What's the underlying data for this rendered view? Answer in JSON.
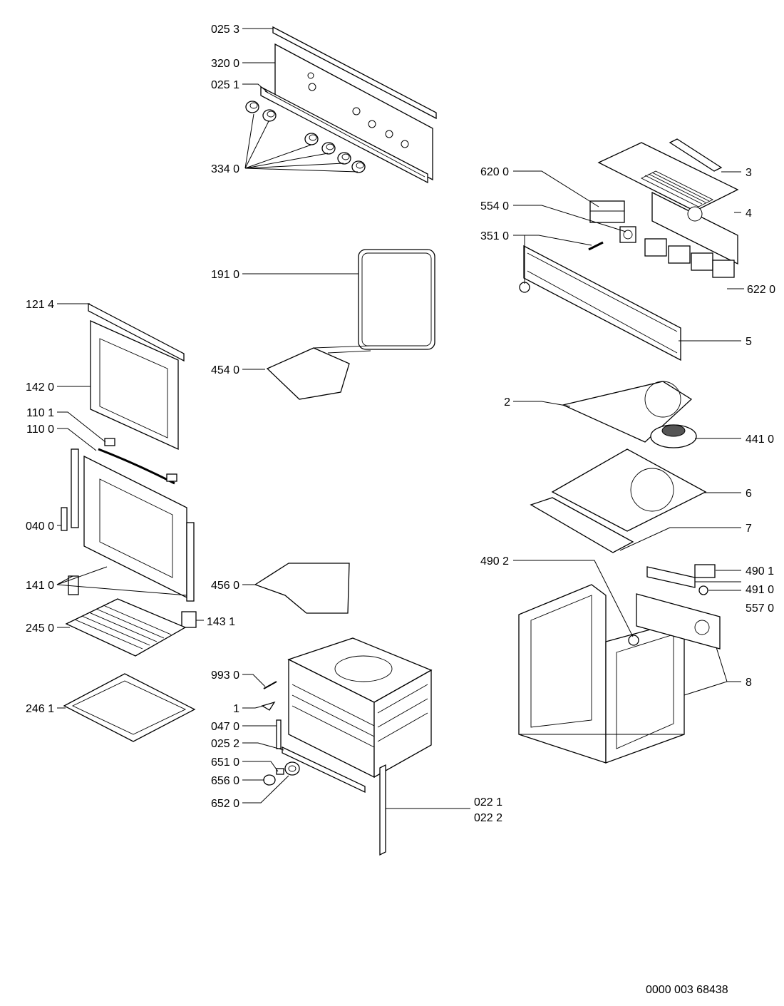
{
  "diagram": {
    "doc_number": "0000 003 68438",
    "labels": {
      "l_025_3": "025 3",
      "l_320_0": "320 0",
      "l_025_1": "025 1",
      "l_334_0": "334 0",
      "l_620_0": "620 0",
      "l_554_0": "554 0",
      "l_351_0": "351 0",
      "l_3": "3",
      "l_4": "4",
      "l_622_0": "622 0",
      "l_5": "5",
      "l_191_0": "191 0",
      "l_121_4": "121 4",
      "l_454_0": "454 0",
      "l_142_0": "142 0",
      "l_110_1": "110 1",
      "l_110_0": "110 0",
      "l_2": "2",
      "l_441_0": "441 0",
      "l_6": "6",
      "l_040_0": "040 0",
      "l_7": "7",
      "l_141_0": "141 0",
      "l_490_2": "490 2",
      "l_490_1": "490 1",
      "l_491_0": "491 0",
      "l_456_0": "456 0",
      "l_557_0": "557 0",
      "l_143_1": "143 1",
      "l_245_0": "245 0",
      "l_993_0": "993 0",
      "l_8": "8",
      "l_1": "1",
      "l_246_1": "246 1",
      "l_047_0": "047 0",
      "l_025_2": "025 2",
      "l_651_0": "651 0",
      "l_656_0": "656 0",
      "l_652_0": "652 0",
      "l_022_1": "022 1",
      "l_022_2": "022 2"
    }
  }
}
